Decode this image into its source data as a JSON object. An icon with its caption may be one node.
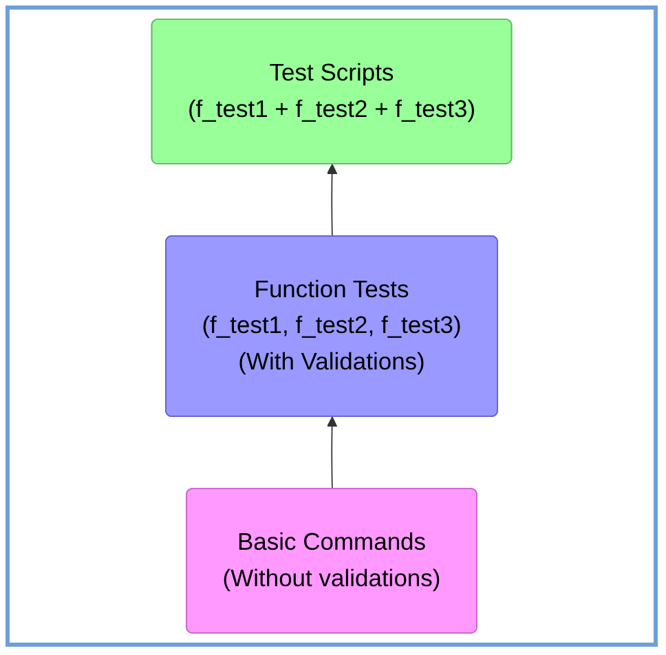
{
  "diagram": {
    "nodes": [
      {
        "text": [
          "Test Scripts",
          "(f_test1 + f_test2 + f_test3)"
        ]
      },
      {
        "text": [
          "Function Tests",
          "(f_test1, f_test2, f_test3)",
          "(With Validations)"
        ]
      },
      {
        "text": [
          "Basic Commands",
          "(Without validations)"
        ]
      }
    ],
    "edges": [
      {
        "from": 1,
        "to": 0,
        "arrow": "to"
      },
      {
        "from": 2,
        "to": 1,
        "arrow": "to"
      }
    ]
  }
}
